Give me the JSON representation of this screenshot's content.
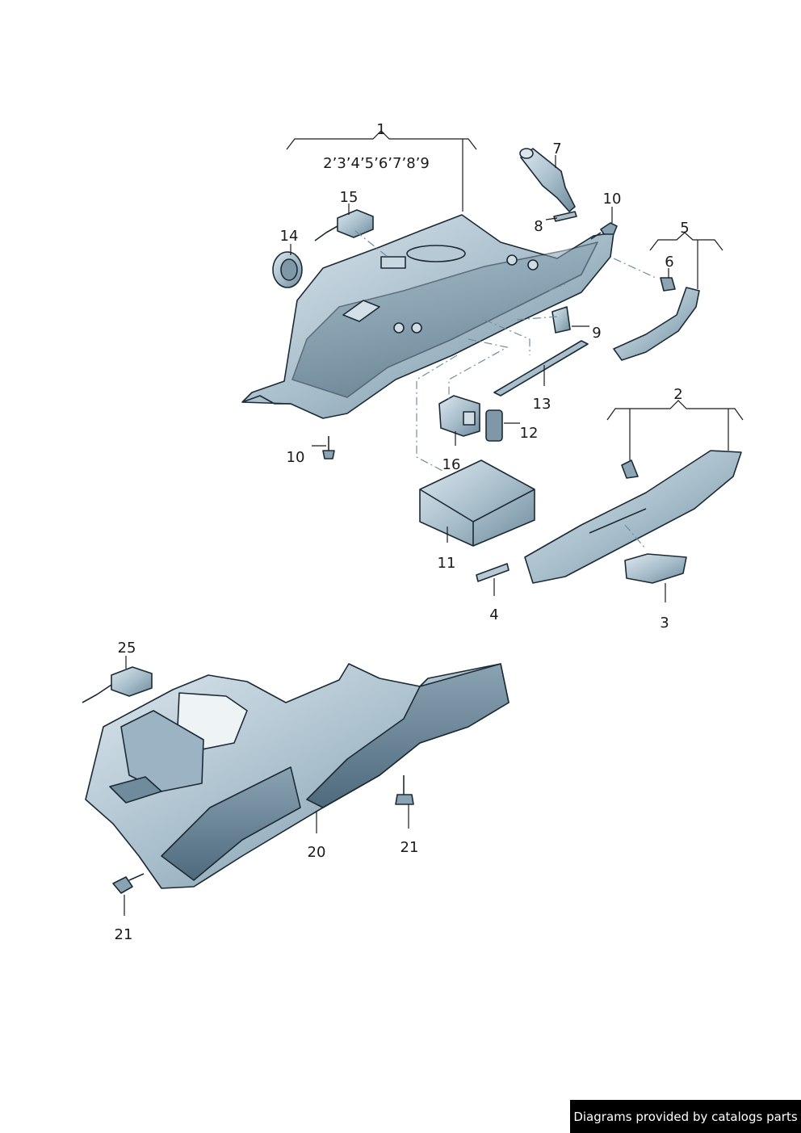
{
  "diagram": {
    "group_1_subparts": "2’3’4’5’6’7’8’9",
    "callouts": {
      "c1": "1",
      "c2": "2",
      "c3": "3",
      "c4": "4",
      "c5": "5",
      "c6": "6",
      "c7": "7",
      "c8": "8",
      "c9": "9",
      "c10a": "10",
      "c10b": "10",
      "c11": "11",
      "c12": "12",
      "c13": "13",
      "c14": "14",
      "c15": "15",
      "c16": "16",
      "c20": "20",
      "c21a": "21",
      "c21b": "21",
      "c25": "25"
    }
  },
  "footer": {
    "credit": "Diagrams provided by catalogs parts"
  },
  "colors": {
    "part_light": "#c3d4de",
    "part_mid": "#9bb3c2",
    "part_dark": "#5f7c8e",
    "outline": "#1c2a35"
  }
}
